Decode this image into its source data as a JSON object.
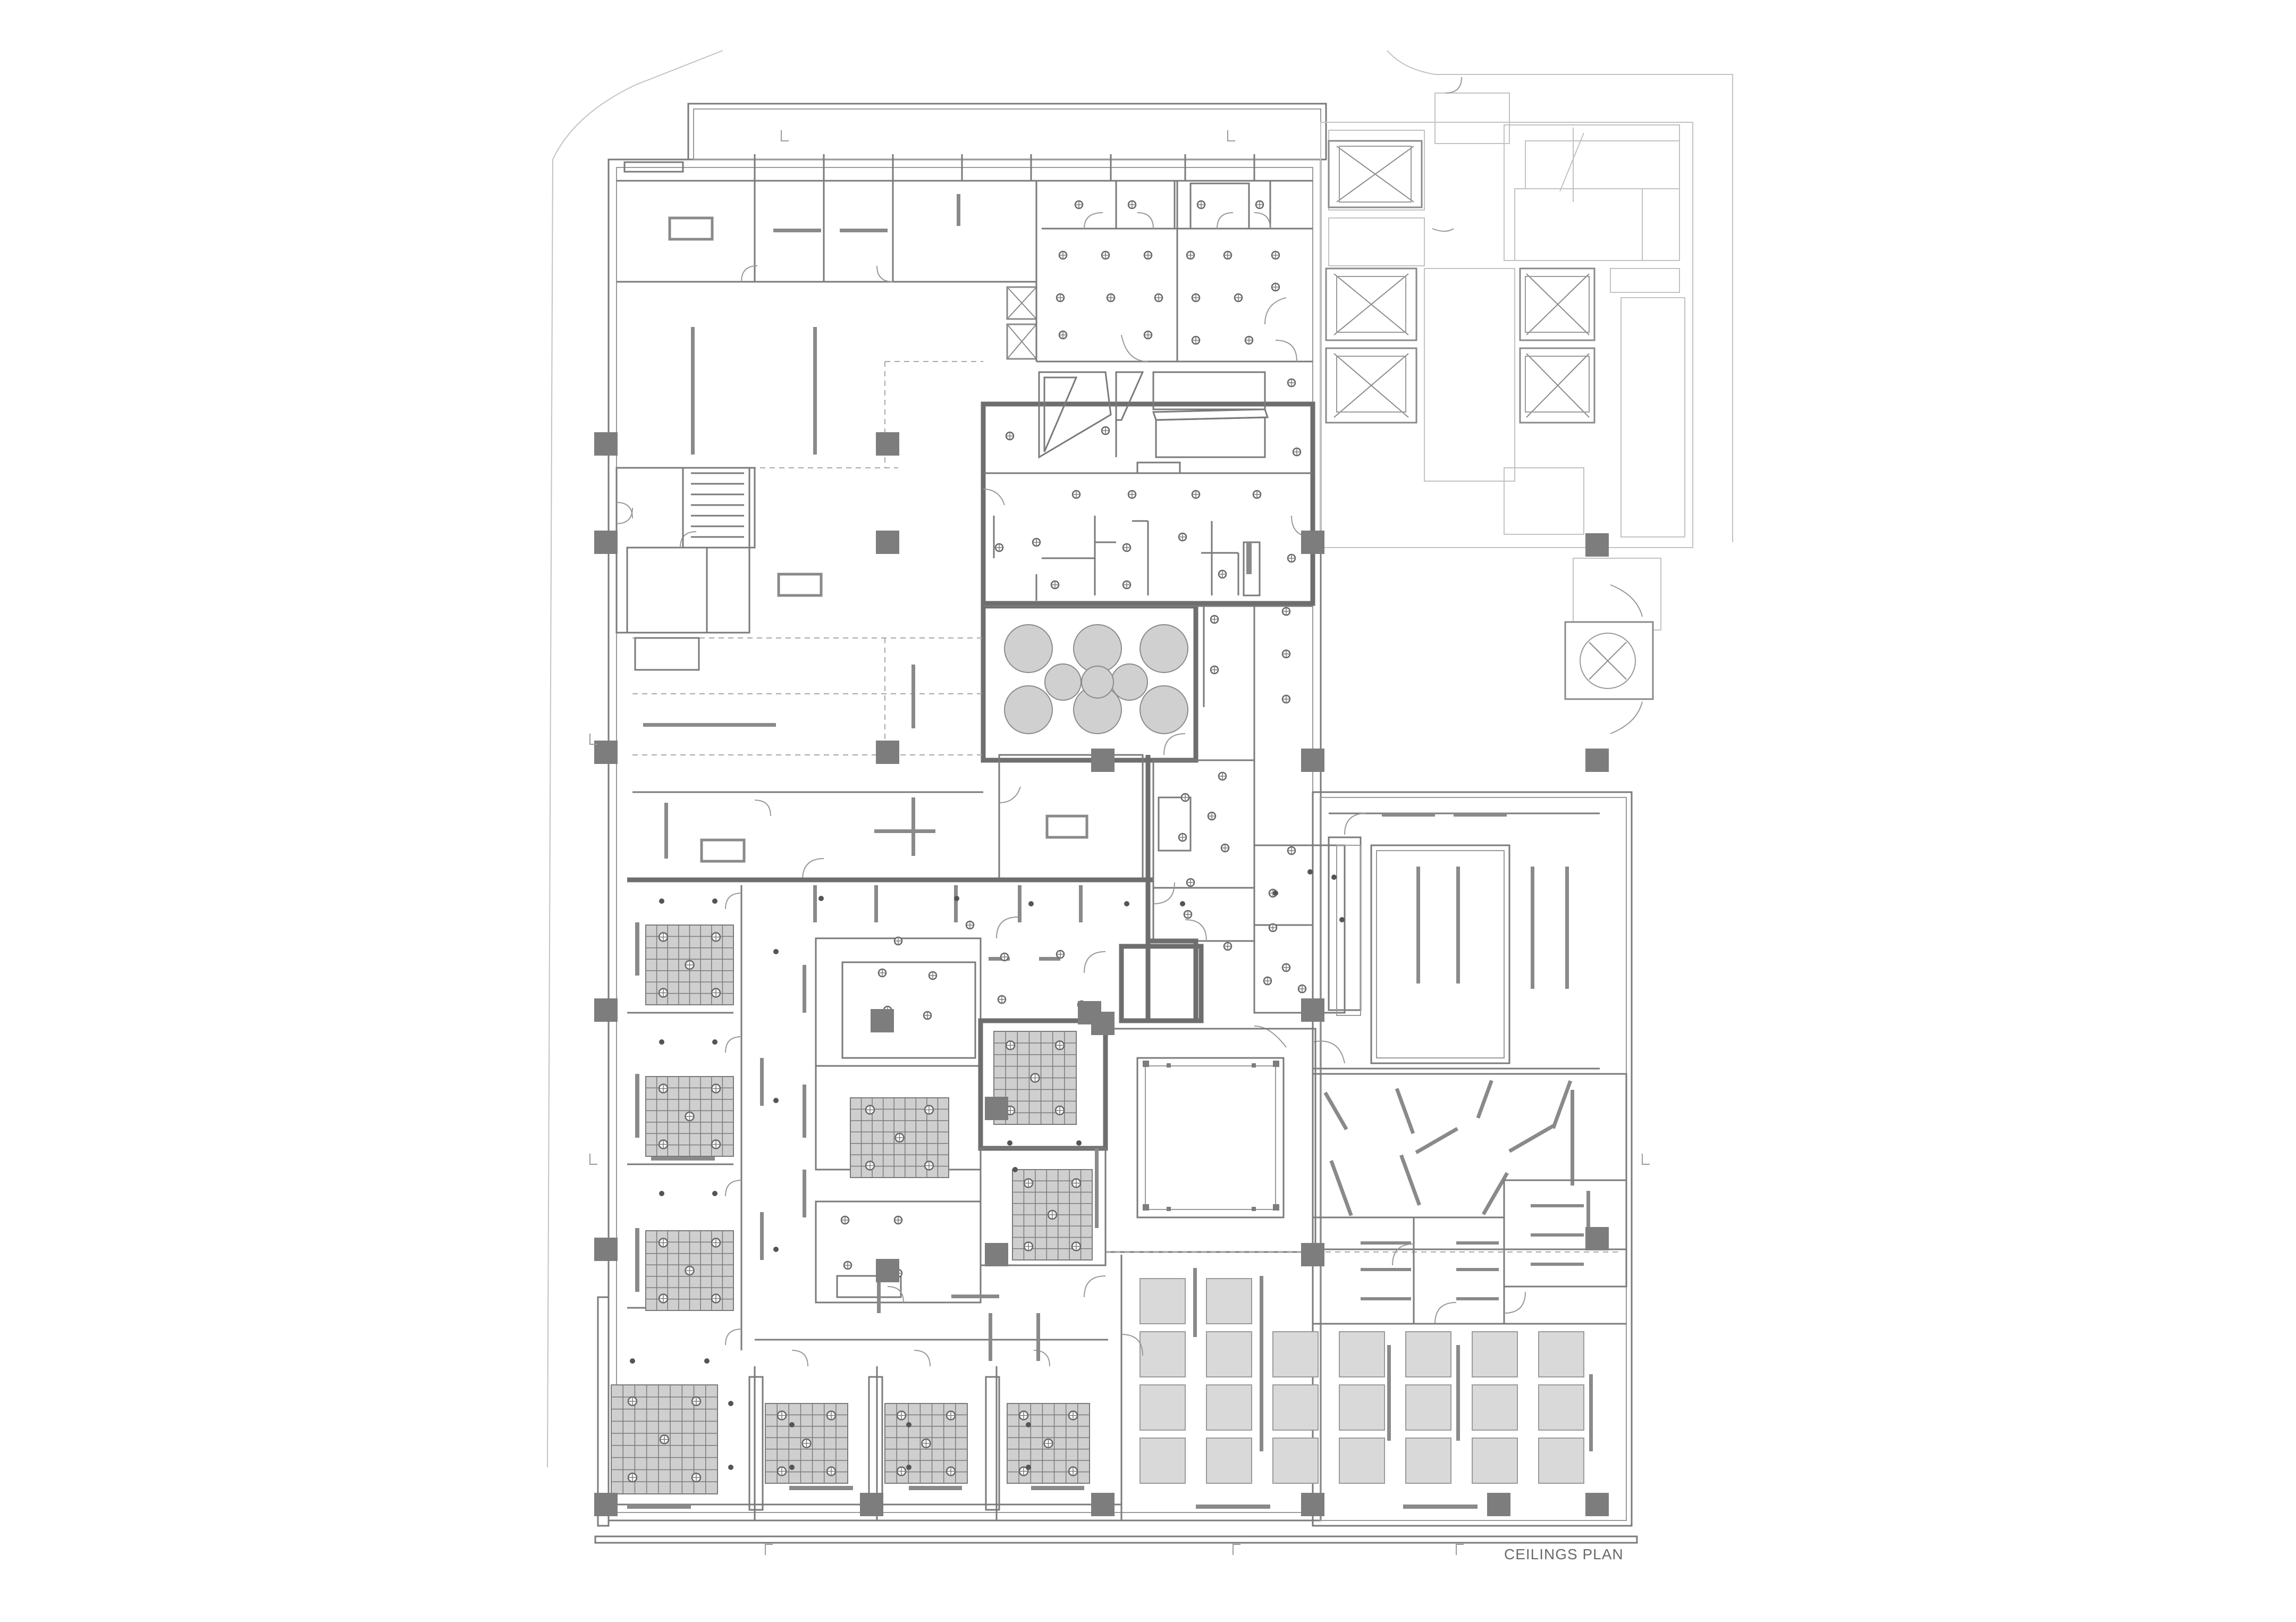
{
  "drawing": {
    "label": "CEILINGS PLAN"
  },
  "colors": {
    "wall": "#7a7a7a",
    "column": "#7d7d7d",
    "tile": "#d9d9d9",
    "background": "#ffffff"
  },
  "elements": {
    "downlight_symbol": "circle-with-cross",
    "elevator_symbol": "x-box",
    "column_symbol": "filled-square"
  }
}
